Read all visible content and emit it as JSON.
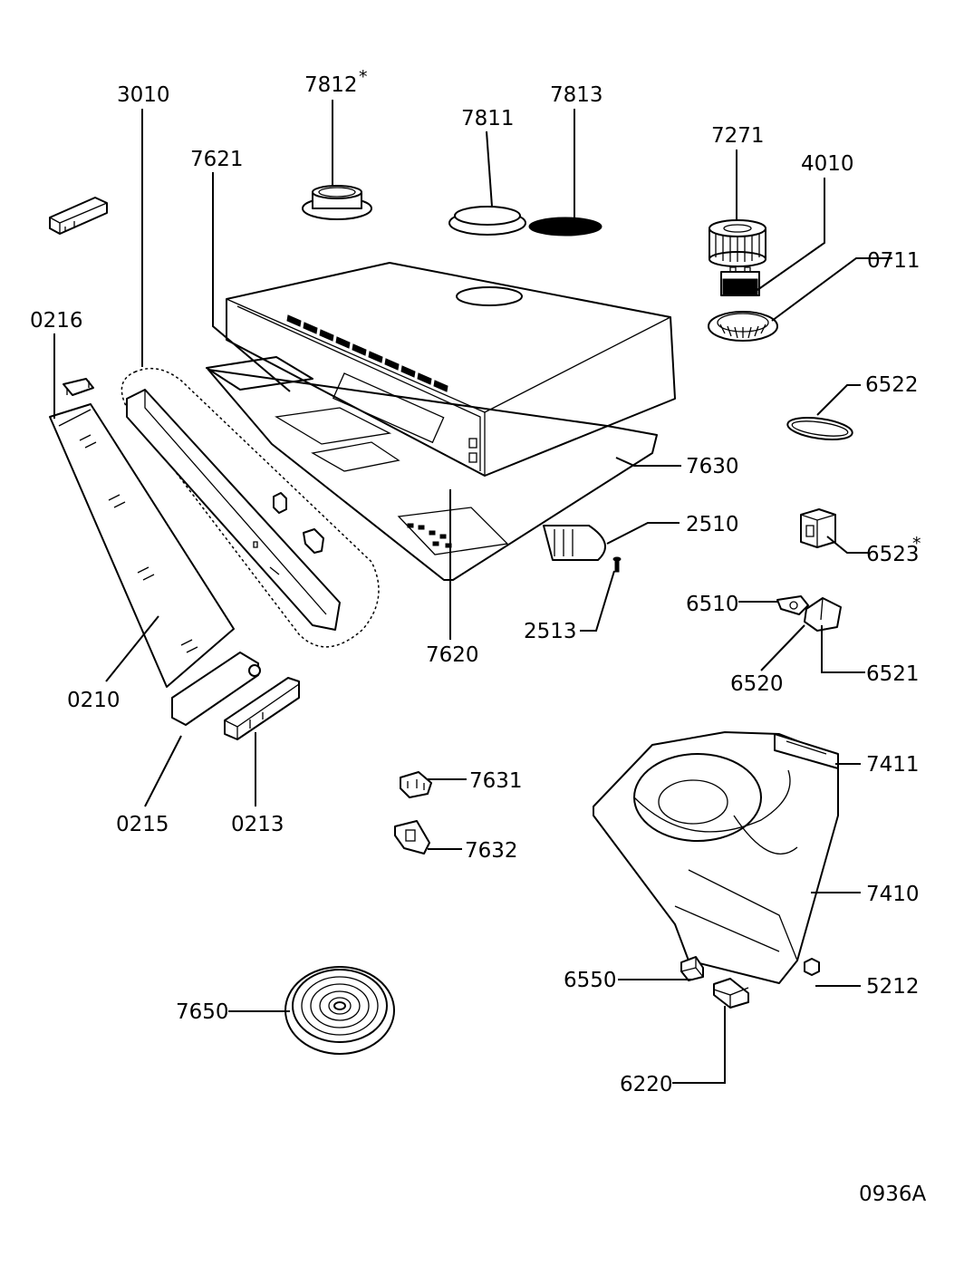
{
  "drawing_id": "0936A",
  "labels": {
    "p7812": "7812",
    "p7812_star": "*",
    "p3010": "3010",
    "p7811": "7811",
    "p7813": "7813",
    "p7621": "7621",
    "p7271": "7271",
    "p4010": "4010",
    "p0711": "0711",
    "p0216": "0216",
    "p6522": "6522",
    "p7630": "7630",
    "p2510": "2510",
    "p6523": "6523",
    "p6523_star": "*",
    "p2513": "2513",
    "p6510": "6510",
    "p7620": "7620",
    "p0210": "0210",
    "p6520": "6520",
    "p6521": "6521",
    "p0215": "0215",
    "p0213": "0213",
    "p7631": "7631",
    "p7411": "7411",
    "p7632": "7632",
    "p7410": "7410",
    "p6550": "6550",
    "p5212": "5212",
    "p7650": "7650",
    "p6220": "6220"
  }
}
